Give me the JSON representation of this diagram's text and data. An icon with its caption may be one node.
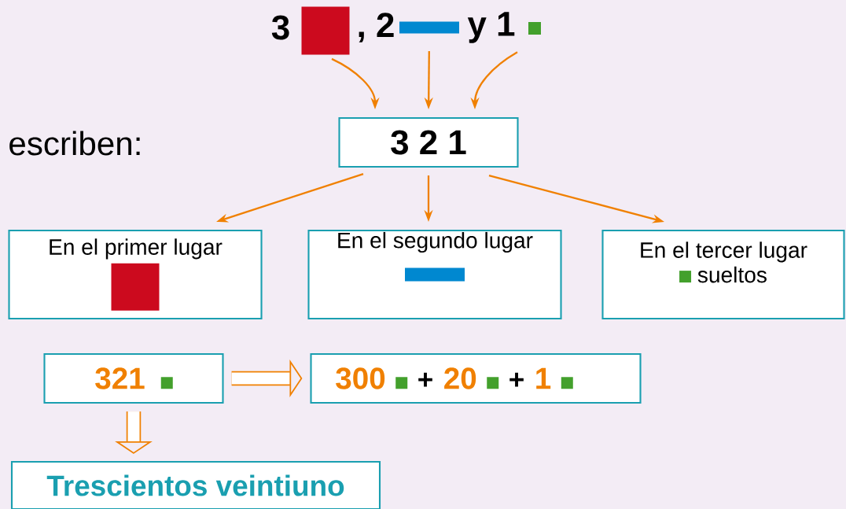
{
  "diagram": {
    "nodes": [
      {
        "text": [],
        "shape": "box"
      },
      {
        "text": [],
        "shape": "bar"
      },
      {
        "text": [],
        "shape": "box"
      },
      {
        "text": [
          "3 2 1"
        ]
      },
      {
        "text": [
          "En el primer lugar"
        ]
      },
      {
        "text": [
          "En el segundo lugar"
        ]
      },
      {
        "text": [
          "En el tercer lugar",
          "sueltos"
        ]
      },
      {
        "text": [
          "321"
        ]
      },
      {
        "text": [
          "300",
          "+",
          "20",
          "+",
          "1"
        ]
      },
      {
        "text": [
          "Trescientos veintiuno"
        ]
      }
    ],
    "edges": [
      {
        "from": 0,
        "to": 3,
        "arrow": "to"
      },
      {
        "from": 1,
        "to": 3,
        "arrow": "to"
      },
      {
        "from": 2,
        "to": 3,
        "arrow": "to"
      },
      {
        "from": 3,
        "to": 4,
        "arrow": "to"
      },
      {
        "from": 3,
        "to": 5,
        "arrow": "to"
      },
      {
        "from": 3,
        "to": 6,
        "arrow": "to"
      },
      {
        "from": 7,
        "to": 8,
        "arrow": "to",
        "style": "thick"
      },
      {
        "from": 7,
        "to": 9,
        "arrow": "to",
        "style": "thick"
      }
    ],
    "labels": [
      "3",
      ", 2",
      "y 1",
      "escriben:"
    ]
  }
}
